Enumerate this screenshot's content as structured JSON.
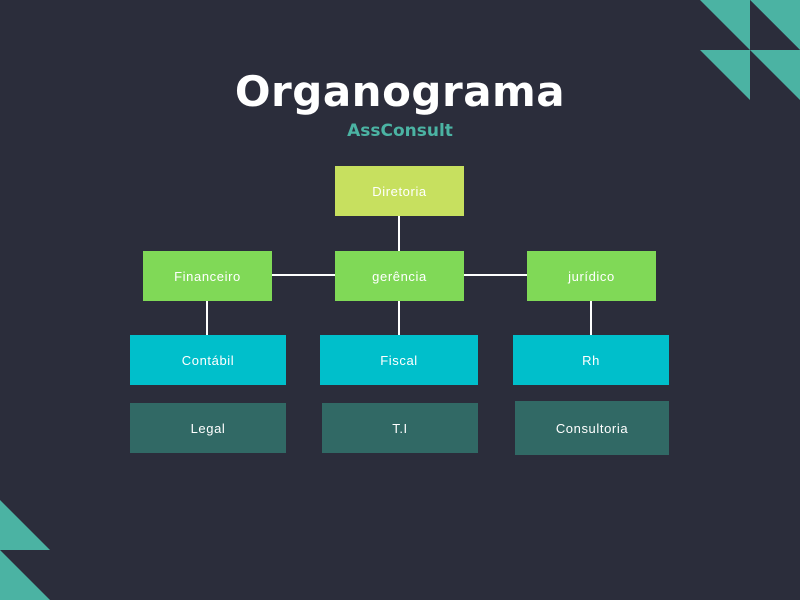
{
  "header": {
    "title": "Organograma",
    "subtitle": "AssConsult"
  },
  "nodes": {
    "diretoria": "Diretoria",
    "financeiro": "Financeiro",
    "gerencia": "gerência",
    "juridico": "jurídico",
    "contabil": "Contábil",
    "fiscal": "Fiscal",
    "rh": "Rh",
    "legal": "Legal",
    "ti": "T.I",
    "consultoria": "Consultoria"
  },
  "colors": {
    "background": "#2b2d3b",
    "accent_teal": "#4bb3a3",
    "top_level": "#c7e05f",
    "second_level": "#80d957",
    "third_level": "#00bfcb",
    "fourth_level": "#316965",
    "connector": "#ffffff"
  }
}
